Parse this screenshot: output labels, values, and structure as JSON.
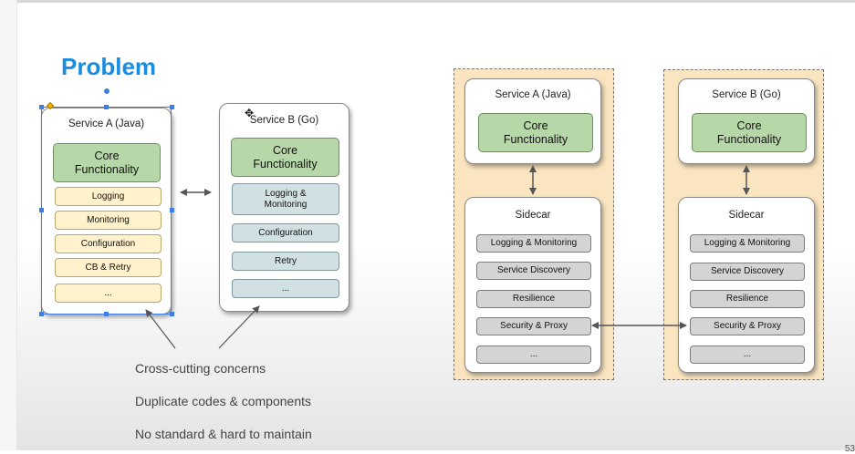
{
  "title": "Problem",
  "problem": {
    "service_a": {
      "title": "Service A (Java)",
      "core": "Core Functionality",
      "items": [
        "Logging",
        "Monitoring",
        "Configuration",
        "CB & Retry",
        "..."
      ]
    },
    "service_b": {
      "title": "Service B (Go)",
      "core": "Core Functionality",
      "items": [
        "Logging & Monitoring",
        "Configuration",
        "Retry",
        "..."
      ]
    },
    "notes": [
      "Cross-cutting concerns",
      "Duplicate codes & components",
      "No standard & hard to maintain"
    ]
  },
  "solution": {
    "pods": [
      {
        "service_title": "Service A (Java)",
        "core": "Core Functionality",
        "sidecar_title": "Sidecar",
        "items": [
          "Logging & Monitoring",
          "Service Discovery",
          "Resilience",
          "Security & Proxy",
          "..."
        ]
      },
      {
        "service_title": "Service B (Go)",
        "core": "Core Functionality",
        "sidecar_title": "Sidecar",
        "items": [
          "Logging & Monitoring",
          "Service Discovery",
          "Resilience",
          "Security & Proxy",
          "..."
        ]
      }
    ]
  },
  "page_number": "53"
}
